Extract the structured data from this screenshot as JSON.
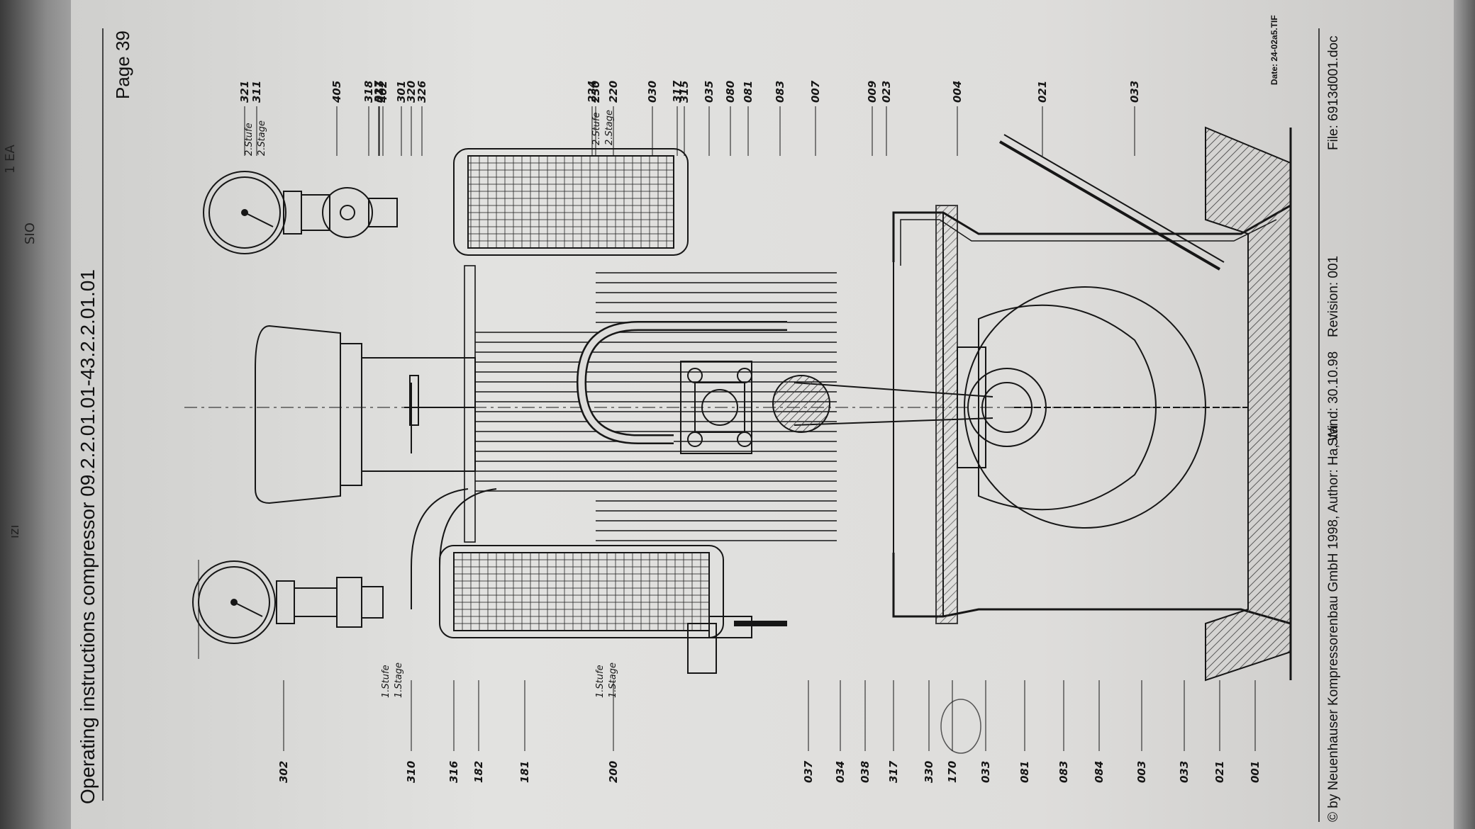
{
  "document": {
    "header_title": "Operating instructions compressor 09.2.2.01.01-43.2.2.01.01",
    "page_label": "Page 39",
    "footer_copyright": "© by Neuenhauser Kompressorenbau GmbH 1998, Author: Ha, Wi",
    "footer_stand": "Stand: 30.10.98",
    "footer_revision": "Revision: 001",
    "footer_file": "File: 6913d001.doc",
    "date_label": "Date: 24-02a5.TIF"
  },
  "side_scribbles": [
    "ızı",
    "1 EA",
    "SIO"
  ],
  "stage_labels": {
    "first_stage_a": "1.Stufe",
    "first_stage_b": "1.Stage",
    "second_stage_a": "2.Stufe",
    "second_stage_b": "2.Stage"
  },
  "callouts_bottom": [
    "302",
    "310",
    "316",
    "182",
    "181",
    "200",
    "037",
    "034",
    "038",
    "317",
    "330",
    "170",
    "033",
    "081",
    "083",
    "084",
    "003",
    "033",
    "021",
    "001"
  ],
  "callouts_top": [
    "321",
    "311",
    "318",
    "327",
    "301",
    "320",
    "326",
    "405",
    "011",
    "402",
    "220",
    "230",
    "224",
    "030",
    "317",
    "315",
    "035",
    "080",
    "081",
    "083",
    "007",
    "009",
    "023",
    "004",
    "021",
    "033"
  ],
  "colors": {
    "ink": "#161616",
    "paper": "#dedddb",
    "hatch": "#3a3a3a",
    "circle_mark": "#555555"
  }
}
